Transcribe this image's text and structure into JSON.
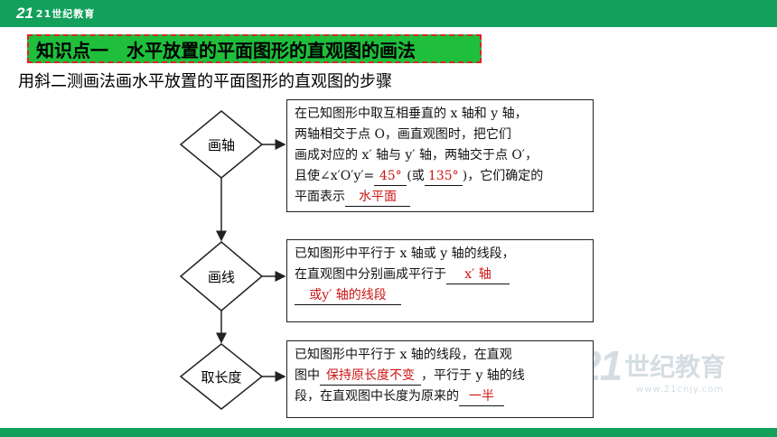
{
  "header": {
    "logo_mark": "21",
    "logo_text": "21世纪教育"
  },
  "watermark": {
    "number": "21",
    "text": "世纪教育",
    "url": "www.21cnjy.com"
  },
  "section_title": "知识点一　水平放置的平面图形的直观图的画法",
  "subtitle": "用斜二测画法画水平放置的平面图形的直观图的步骤",
  "steps": [
    {
      "label": "画轴",
      "text": {
        "l1": "在已知图形中取互相垂直的 x 轴和 y 轴，",
        "l2": "两轴相交于点 O，画直观图时，把它们",
        "l3": "画成对应的 x′ 轴与 y′ 轴，两轴交于点 O′，",
        "l4_pre": "且使∠x′O′y′=",
        "l4_mid": "(或",
        "l4_post": ")，它们确定的",
        "l5_pre": "平面表示"
      },
      "answers": {
        "angle": "45°",
        "angle_alt": "135°",
        "plane": "水平面"
      }
    },
    {
      "label": "画线",
      "text": {
        "l1": "已知图形中平行于 x 轴或 y 轴的线段，",
        "l2_pre": "在直观图中分别画成平行于"
      },
      "answers": {
        "axis_a": "x′ 轴",
        "axis_b": "或y′ 轴的线段"
      }
    },
    {
      "label": "取长度",
      "text": {
        "l1": "已知图形中平行于 x 轴的线段，在直观",
        "l2_pre": "图中",
        "l2_post": "，平行于 y 轴的线",
        "l3_pre": "段，在直观图中长度为原来的"
      },
      "answers": {
        "keep": "保持原长度不变",
        "half": "一半"
      }
    }
  ]
}
